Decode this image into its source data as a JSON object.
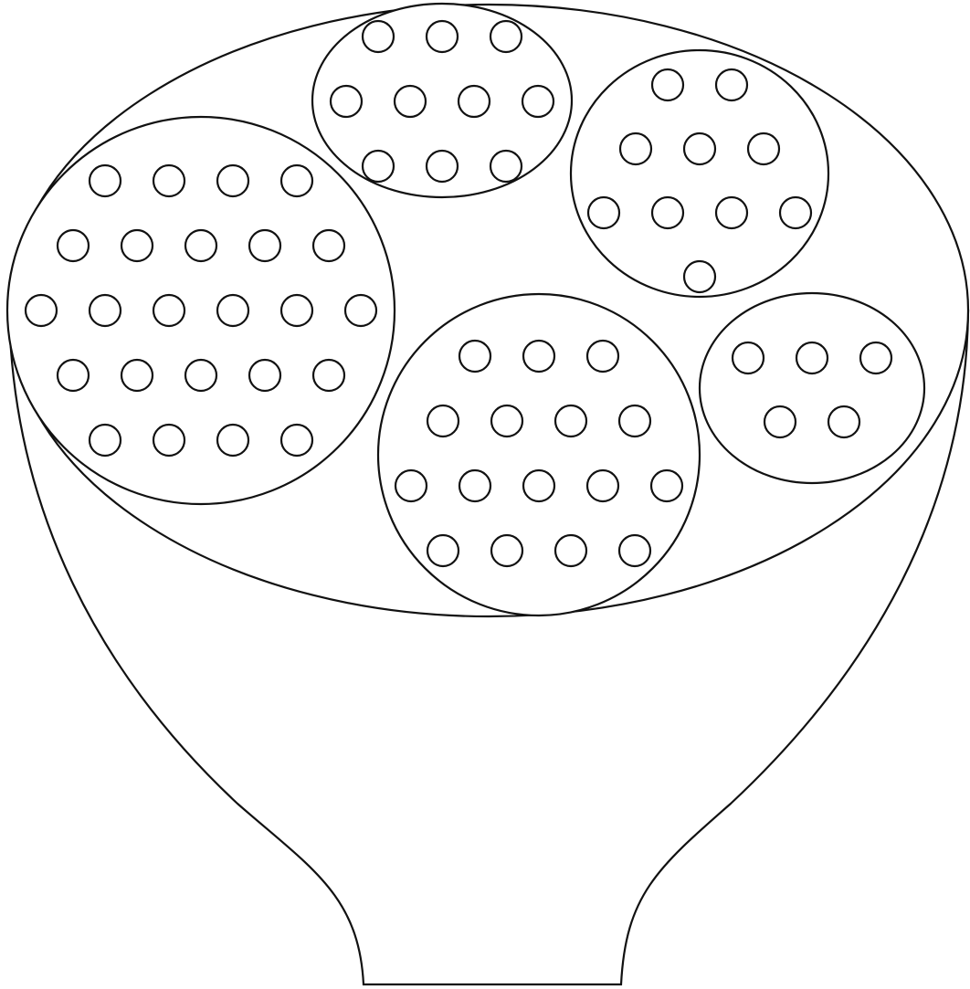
{
  "diagram": {
    "line_color": "#111111",
    "background": "#ffffff",
    "groups": [
      {
        "name": "group-left-large",
        "hole_rows": [
          4,
          5,
          6,
          5,
          4
        ]
      },
      {
        "name": "group-top",
        "hole_rows": [
          3,
          4,
          3
        ]
      },
      {
        "name": "group-top-right",
        "hole_rows": [
          2,
          3,
          4,
          1
        ]
      },
      {
        "name": "group-bottom-center",
        "hole_rows": [
          3,
          4,
          5,
          4
        ]
      },
      {
        "name": "group-right-small",
        "hole_rows": [
          3,
          2
        ]
      }
    ]
  }
}
